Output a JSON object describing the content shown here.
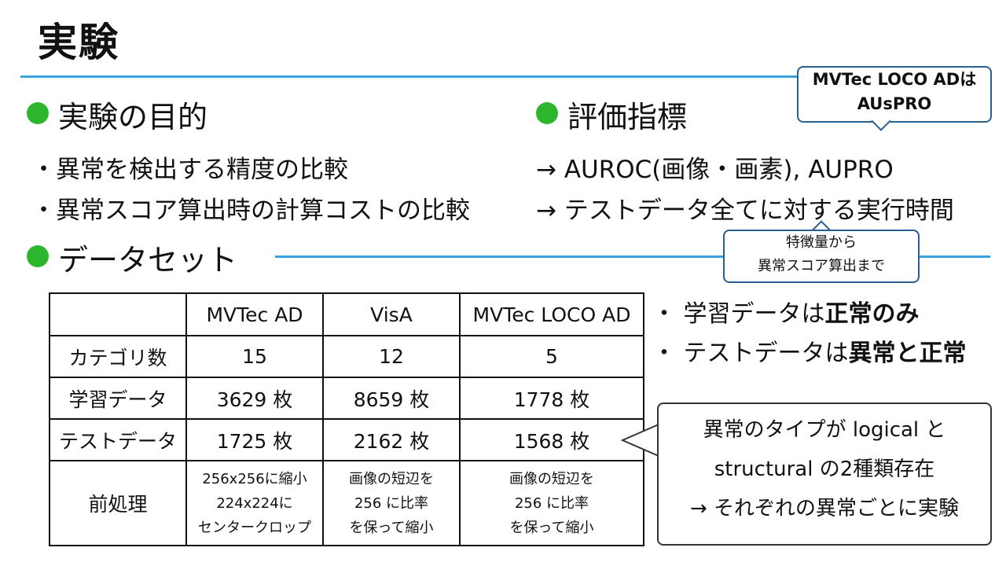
{
  "title": "実験",
  "colors": {
    "accent_rule": "#3aa0e0",
    "bullet": "#2db52d",
    "callout_border": "#2b5f8f"
  },
  "purpose": {
    "heading": "実験の目的",
    "items": [
      "・異常を検出する精度の比較",
      "・異常スコア算出時の計算コストの比較"
    ]
  },
  "metrics": {
    "heading": "評価指標",
    "items": [
      "→ AUROC(画像・画素), AUPRO",
      "→ テストデータ全てに対する実行時間"
    ]
  },
  "callout_loco": {
    "line1": "MVTec LOCO ADは",
    "line2": "AUsPRO"
  },
  "callout_time": {
    "line1": "特徴量から",
    "line2": "異常スコア算出まで"
  },
  "dataset": {
    "heading": "データセット",
    "table": {
      "headers": [
        "",
        "MVTec AD",
        "VisA",
        "MVTec LOCO AD"
      ],
      "rows": [
        {
          "label": "カテゴリ数",
          "cells": [
            "15",
            "12",
            "5"
          ]
        },
        {
          "label": "学習データ",
          "cells": [
            "3629 枚",
            "8659 枚",
            "1778 枚"
          ]
        },
        {
          "label": "テストデータ",
          "cells": [
            "1725 枚",
            "2162 枚",
            "1568 枚"
          ]
        }
      ],
      "preprocess": {
        "label": "前処理",
        "cells": [
          [
            "256x256に縮小",
            "224x224に",
            "センタークロップ"
          ],
          [
            "画像の短辺を",
            "256 に比率",
            "を保って縮小"
          ],
          [
            "画像の短辺を",
            "256 に比率",
            "を保って縮小"
          ]
        ]
      }
    },
    "notes": [
      {
        "prefix": "・ 学習データは",
        "bold": "正常のみ"
      },
      {
        "prefix": "・ テストデータは",
        "bold": "異常と正常"
      }
    ],
    "callout": {
      "line1": "異常のタイプが logical と",
      "line2": "structural の2種類存在",
      "line3": "→ それぞれの異常ごとに実験"
    }
  }
}
